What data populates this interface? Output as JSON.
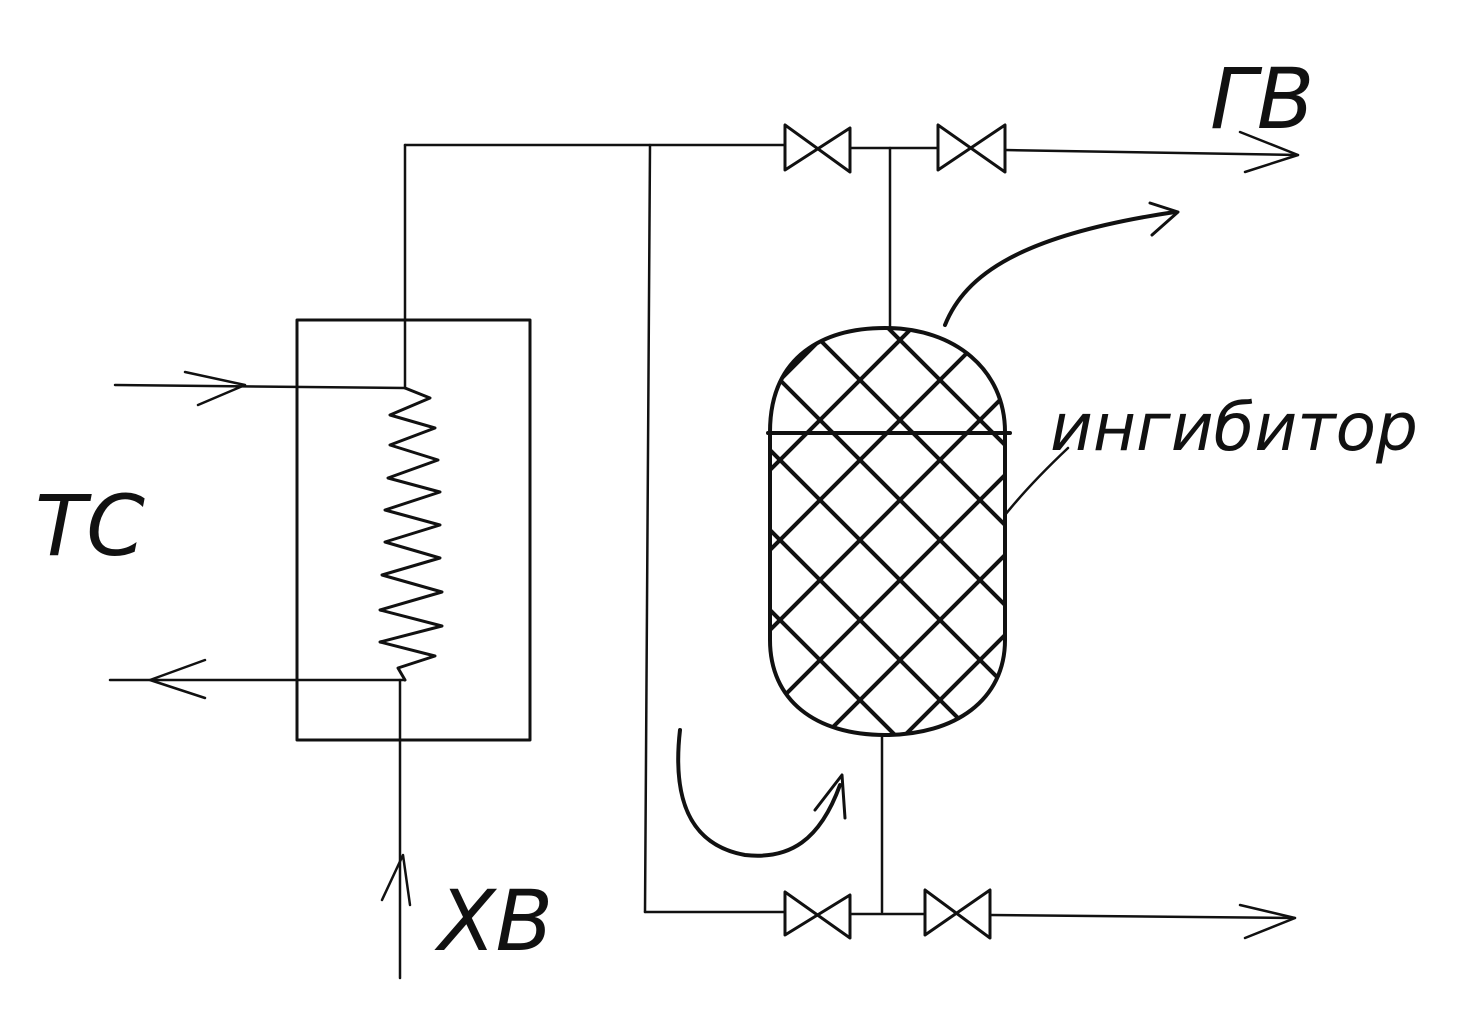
{
  "diagram": {
    "labels": {
      "heating_network": "ТС",
      "cold_water": "ХВ",
      "hot_water": "ГВ",
      "inhibitor": "ингибитор"
    },
    "colors": {
      "ink": "#111111",
      "background": "#ffffff"
    }
  }
}
